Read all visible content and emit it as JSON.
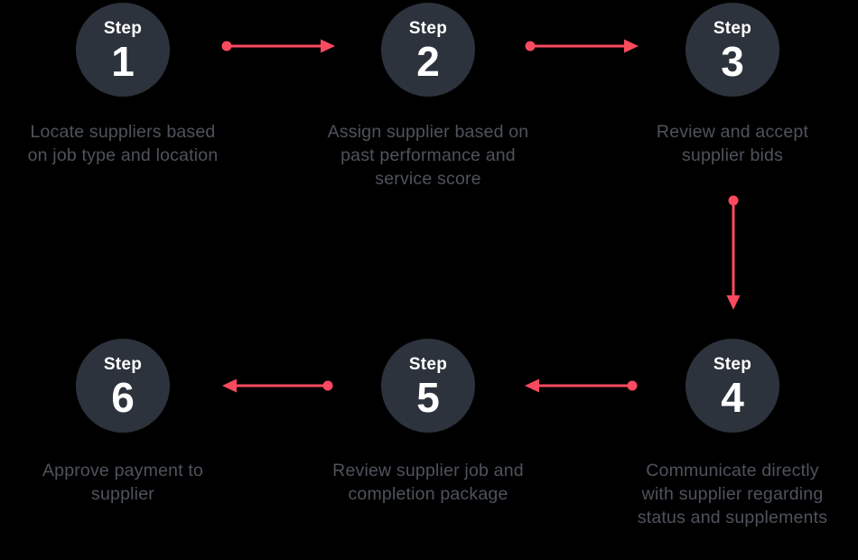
{
  "colors": {
    "background": "#000000",
    "circle": "#2c333d",
    "step_text": "#ffffff",
    "description": "#4e535b",
    "arrow": "#fa4a5f"
  },
  "steps": [
    {
      "label": "Step",
      "number": "1",
      "description": "Locate suppliers based\non job type and location"
    },
    {
      "label": "Step",
      "number": "2",
      "description": "Assign supplier based on\npast performance and\nservice score"
    },
    {
      "label": "Step",
      "number": "3",
      "description": "Review and accept\nsupplier bids"
    },
    {
      "label": "Step",
      "number": "4",
      "description": "Communicate directly\nwith supplier regarding\nstatus and supplements"
    },
    {
      "label": "Step",
      "number": "5",
      "description": "Review supplier job and\ncompletion package"
    },
    {
      "label": "Step",
      "number": "6",
      "description": "Approve payment to\nsupplier"
    }
  ],
  "arrows": [
    {
      "name": "arrow-step1-to-step2",
      "direction": "right"
    },
    {
      "name": "arrow-step2-to-step3",
      "direction": "right"
    },
    {
      "name": "arrow-step3-to-step4",
      "direction": "down"
    },
    {
      "name": "arrow-step4-to-step5",
      "direction": "left"
    },
    {
      "name": "arrow-step5-to-step6",
      "direction": "left"
    }
  ]
}
